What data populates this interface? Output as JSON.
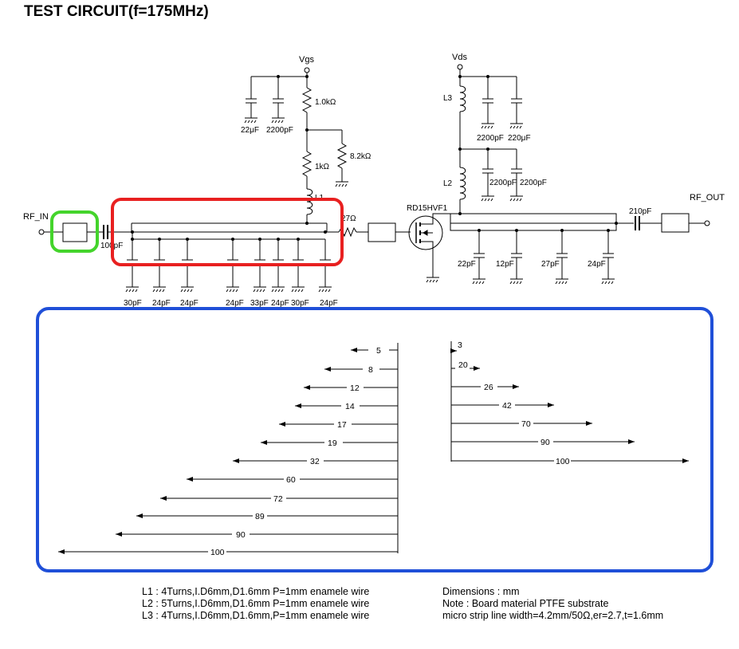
{
  "title": "TEST CIRCUIT(f=175MHz)",
  "labels": {
    "vgs": "Vgs",
    "vds": "Vds",
    "rf_in": "RF_IN",
    "rf_out": "RF_OUT",
    "transistor": "RD15HVF1",
    "l1": "L1",
    "l2": "L2",
    "l3": "L3"
  },
  "components": {
    "gate_bias": {
      "cap_22uF": "22μF",
      "cap_2200pF": "2200pF",
      "r_1k0": "1.0kΩ",
      "r_1k": "1kΩ",
      "r_8k2": "8.2kΩ",
      "r_series": "27Ω"
    },
    "input_cap": "100pF",
    "input_shunt_caps": [
      "30pF",
      "24pF",
      "24pF",
      "24pF",
      "33pF",
      "24pF",
      "30pF",
      "24pF"
    ],
    "drain_bias": {
      "cap_2200pF_a": "2200pF",
      "cap_220uF": "220μF",
      "cap_2200pF_b": "2200pF",
      "cap_2200pF_c": "2200pF"
    },
    "output_shunt_caps": [
      "22pF",
      "12pF",
      "27pF",
      "24pF"
    ],
    "output_cap": "210pF"
  },
  "dimensions": {
    "input_side": [
      "5",
      "8",
      "12",
      "14",
      "17",
      "19",
      "32",
      "60",
      "72",
      "89",
      "90",
      "100"
    ],
    "output_side": [
      "3",
      "20",
      "26",
      "42",
      "70",
      "90",
      "100"
    ]
  },
  "notes": {
    "coils": [
      "L1 : 4Turns,I.D6mm,D1.6mm P=1mm enamele wire",
      "L2 : 5Turns,I.D6mm,D1.6mm P=1mm enamele wire",
      "L3 : 4Turns,I.D6mm,D1.6mm,P=1mm enamele wire"
    ],
    "board": [
      "Dimensions : mm",
      "Note : Board material PTFE substrate",
      "micro strip line width=4.2mm/50Ω,er=2.7,t=1.6mm"
    ]
  },
  "colors": {
    "input_match_highlight": "#e82020",
    "input_stripline_highlight": "#44d42c",
    "dimension_highlight": "#1f4fd8",
    "line": "#000000"
  }
}
